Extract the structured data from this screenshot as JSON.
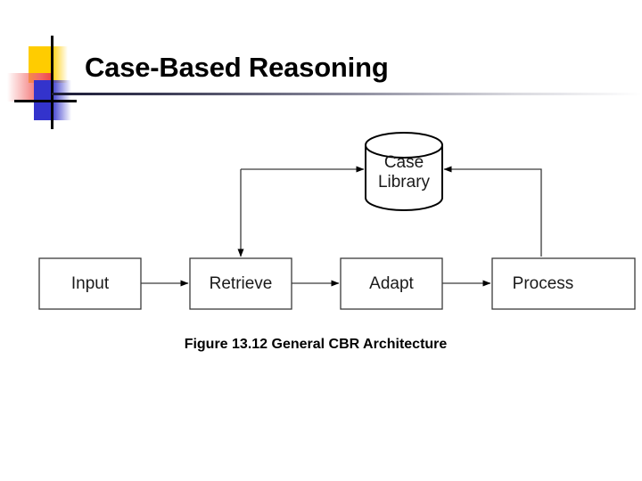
{
  "slide": {
    "title": "Case-Based Reasoning",
    "logo": {
      "name": "powerpoint-design-logo",
      "colors": {
        "yellow": "#FFCC00",
        "red": "#F04040",
        "blue": "#3333CC",
        "cross": "#000000"
      }
    },
    "rule_color": "#1a1a35"
  },
  "figure": {
    "caption": "Figure 13.12 General CBR Architecture",
    "nodes": {
      "input": {
        "label": "Input",
        "shape": "rectangle"
      },
      "retrieve": {
        "label": "Retrieve",
        "shape": "rectangle"
      },
      "adapt": {
        "label": "Adapt",
        "shape": "rectangle"
      },
      "process": {
        "label": "Process",
        "shape": "rectangle"
      },
      "case_library": {
        "label_line1": "Case",
        "label_line2": "Library",
        "shape": "cylinder"
      }
    },
    "edges": [
      {
        "from": "input",
        "to": "retrieve",
        "style": "arrow-right"
      },
      {
        "from": "retrieve",
        "to": "adapt",
        "style": "arrow-right"
      },
      {
        "from": "adapt",
        "to": "process",
        "style": "arrow-right"
      },
      {
        "from": "retrieve",
        "to": "case_library",
        "style": "elbow-arrow-into-library-left"
      },
      {
        "from": "process",
        "to": "case_library",
        "style": "elbow-arrow-into-library-right"
      }
    ],
    "line_color": "#000000"
  }
}
